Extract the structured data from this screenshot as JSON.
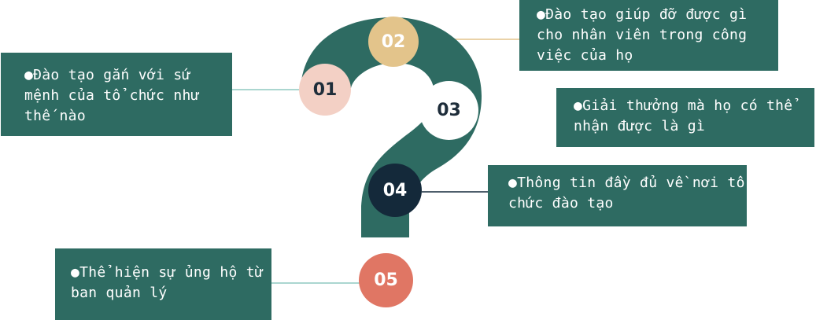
{
  "colors": {
    "box_bg": "#2e6b62",
    "shape": "#2e6b62",
    "circle_01": "#f3d0c5",
    "circle_02": "#e3c48b",
    "circle_03": "#ffffff",
    "circle_04": "#14293a",
    "circle_05": "#e07664",
    "connector_01": "#8fc9c0",
    "connector_02": "#e3c48b",
    "connector_04": "#14293a",
    "connector_05": "#8fc9c0"
  },
  "items": [
    {
      "number": "01",
      "bullet": "●",
      "text": "Đào tạo gắn với sứ mệnh của tổ chức như thế nào"
    },
    {
      "number": "02",
      "bullet": "●",
      "text": "Đào tạo giúp đỡ được gì cho nhân viên trong công việc của họ"
    },
    {
      "number": "03",
      "bullet": "●",
      "text": "Giải thưởng mà họ có thể nhận được là gì"
    },
    {
      "number": "04",
      "bullet": "●",
      "text": "Thông tin đầy đủ về nơi tổ chức đào tạo"
    },
    {
      "number": "05",
      "bullet": "●",
      "text": "Thể hiện sự ủng hộ từ ban quản lý"
    }
  ]
}
